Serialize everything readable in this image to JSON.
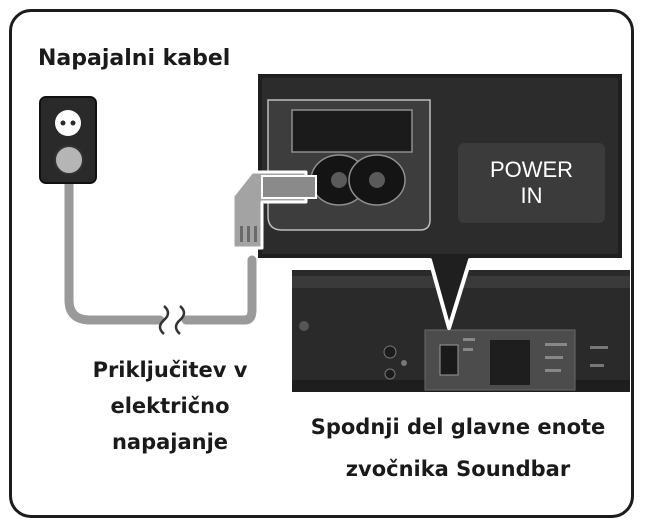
{
  "labels": {
    "power_cable": "Napajalni kabel",
    "outlet_line1": "Priključitev v",
    "outlet_line2": "električno",
    "outlet_line3": "napajanje",
    "soundbar_line1": "Spodnji del glavne enote",
    "soundbar_line2": "zvočnika Soundbar"
  },
  "port_label": {
    "line1": "POWER",
    "line2": "IN"
  },
  "colors": {
    "panel_dark": "#262626",
    "panel_mid": "#4a4a4a",
    "cable": "#9a9a9a",
    "frame": "#1c1c1c"
  },
  "icons": [
    "wall-outlet-icon",
    "power-plug-icon",
    "cable-break-icon",
    "power-connector-icon"
  ]
}
